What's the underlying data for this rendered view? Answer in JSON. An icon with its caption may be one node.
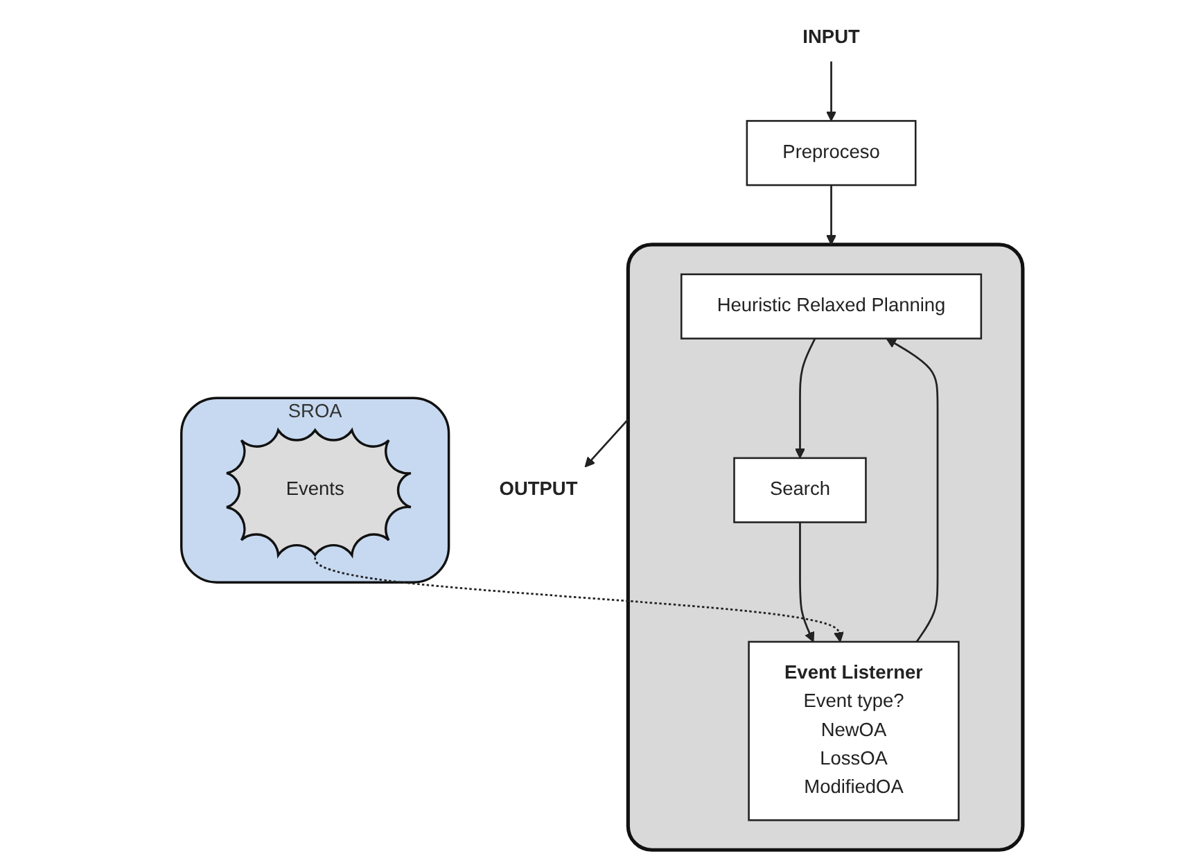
{
  "diagram": {
    "nodes": [
      {
        "text": [
          "INPUT"
        ]
      },
      {
        "text": [
          "Preproceso"
        ]
      },
      {
        "text": [],
        "shape": "box"
      },
      {
        "text": [
          "Heuristic Relaxed Planning"
        ],
        "in": 2
      },
      {
        "text": [
          "Search"
        ],
        "in": 2
      },
      {
        "text": [
          "Event Listerner",
          "Event type?",
          "NewOA",
          "LossOA",
          "ModifiedOA"
        ],
        "in": 2
      },
      {
        "text": [
          "SROA"
        ]
      },
      {
        "text": [
          "Events"
        ],
        "in": 6
      },
      {
        "text": [
          "OUTPUT"
        ]
      }
    ],
    "edges": [
      {
        "from": 0,
        "to": 1,
        "arrow": "to"
      },
      {
        "from": 1,
        "to": 2,
        "arrow": "to"
      },
      {
        "from": 3,
        "to": 4,
        "arrow": "to"
      },
      {
        "from": 4,
        "to": 5,
        "arrow": "to"
      },
      {
        "from": 5,
        "to": 3,
        "arrow": "to"
      },
      {
        "from": 7,
        "to": 5,
        "arrow": "to",
        "style": "dashed"
      },
      {
        "from": 2,
        "to": 8,
        "arrow": "to"
      }
    ]
  }
}
